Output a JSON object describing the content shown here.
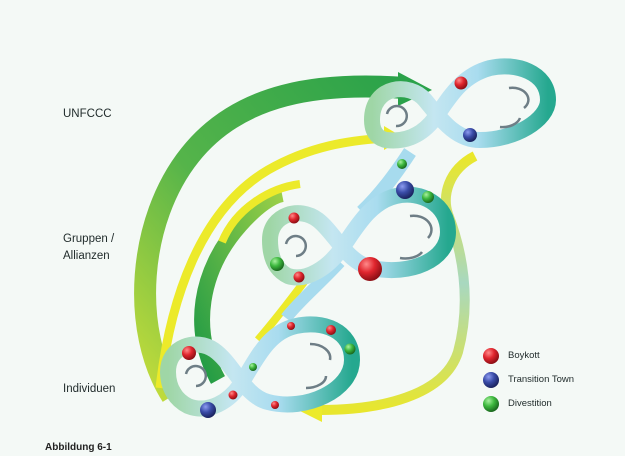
{
  "levels": {
    "top": "UNFCCC",
    "middle_line1": "Gruppen /",
    "middle_line2": "Allianzen",
    "bottom": "Individuen"
  },
  "legend": [
    {
      "label": "Boykott",
      "color": "#d8262e"
    },
    {
      "label": "Transition Town",
      "color": "#3c4ea0"
    },
    {
      "label": "Divestition",
      "color": "#3aa83a"
    }
  ],
  "caption": "Abbildung 6-1",
  "colors": {
    "band_light": "#b9e0ef",
    "band_green": "#6fc08a",
    "band_teal": "#2fae96",
    "arrow_yellow": "#ecea2a",
    "arrow_green": "#2fa84a",
    "rotation_arrow": "#6e7e86"
  }
}
